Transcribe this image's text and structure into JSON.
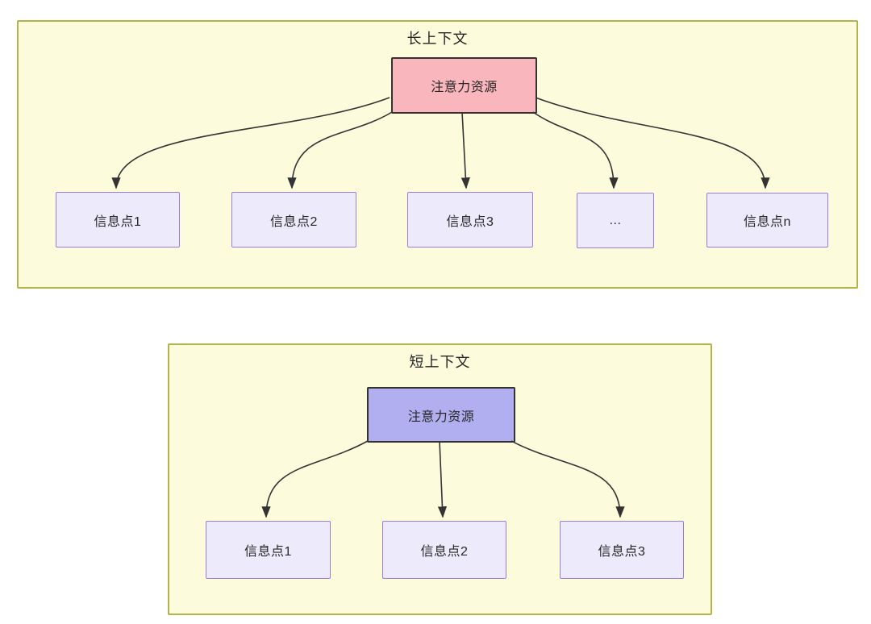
{
  "diagram": {
    "panels": [
      {
        "title": "长上下文",
        "root": {
          "label": "注意力资源"
        },
        "children": [
          {
            "label": "信息点1"
          },
          {
            "label": "信息点2"
          },
          {
            "label": "信息点3"
          },
          {
            "label": "..."
          },
          {
            "label": "信息点n"
          }
        ]
      },
      {
        "title": "短上下文",
        "root": {
          "label": "注意力资源"
        },
        "children": [
          {
            "label": "信息点1"
          },
          {
            "label": "信息点2"
          },
          {
            "label": "信息点3"
          }
        ]
      }
    ],
    "colors": {
      "panel_background": "#FCFCDC",
      "panel_border": "#B3B34C",
      "long_context_root_fill": "#F9B6BC",
      "short_context_root_fill": "#B2AFF1",
      "root_border": "#333333",
      "info_node_fill": "#EDEBFB",
      "info_node_border": "#9B7BD8",
      "arrow": "#333333",
      "text": "#262626"
    }
  }
}
